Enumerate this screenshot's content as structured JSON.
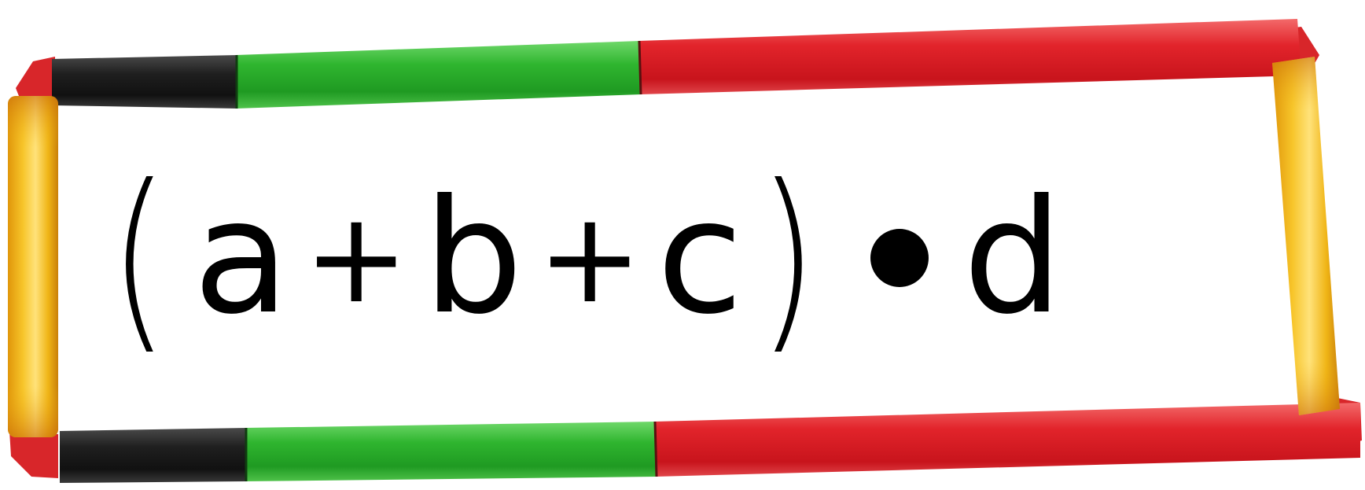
{
  "expression": {
    "open_paren": "(",
    "term_a": "a",
    "plus_1": "+",
    "term_b": "b",
    "plus_2": "+",
    "term_c": "c",
    "close_paren": ")",
    "multiply": "•",
    "term_d": "d"
  },
  "colors": {
    "black_straw": "#1c1c1c",
    "green_straw": "#2fb52f",
    "red_straw": "#e2242b",
    "yellow_straw": "#f0b516",
    "background": "#ffffff"
  }
}
